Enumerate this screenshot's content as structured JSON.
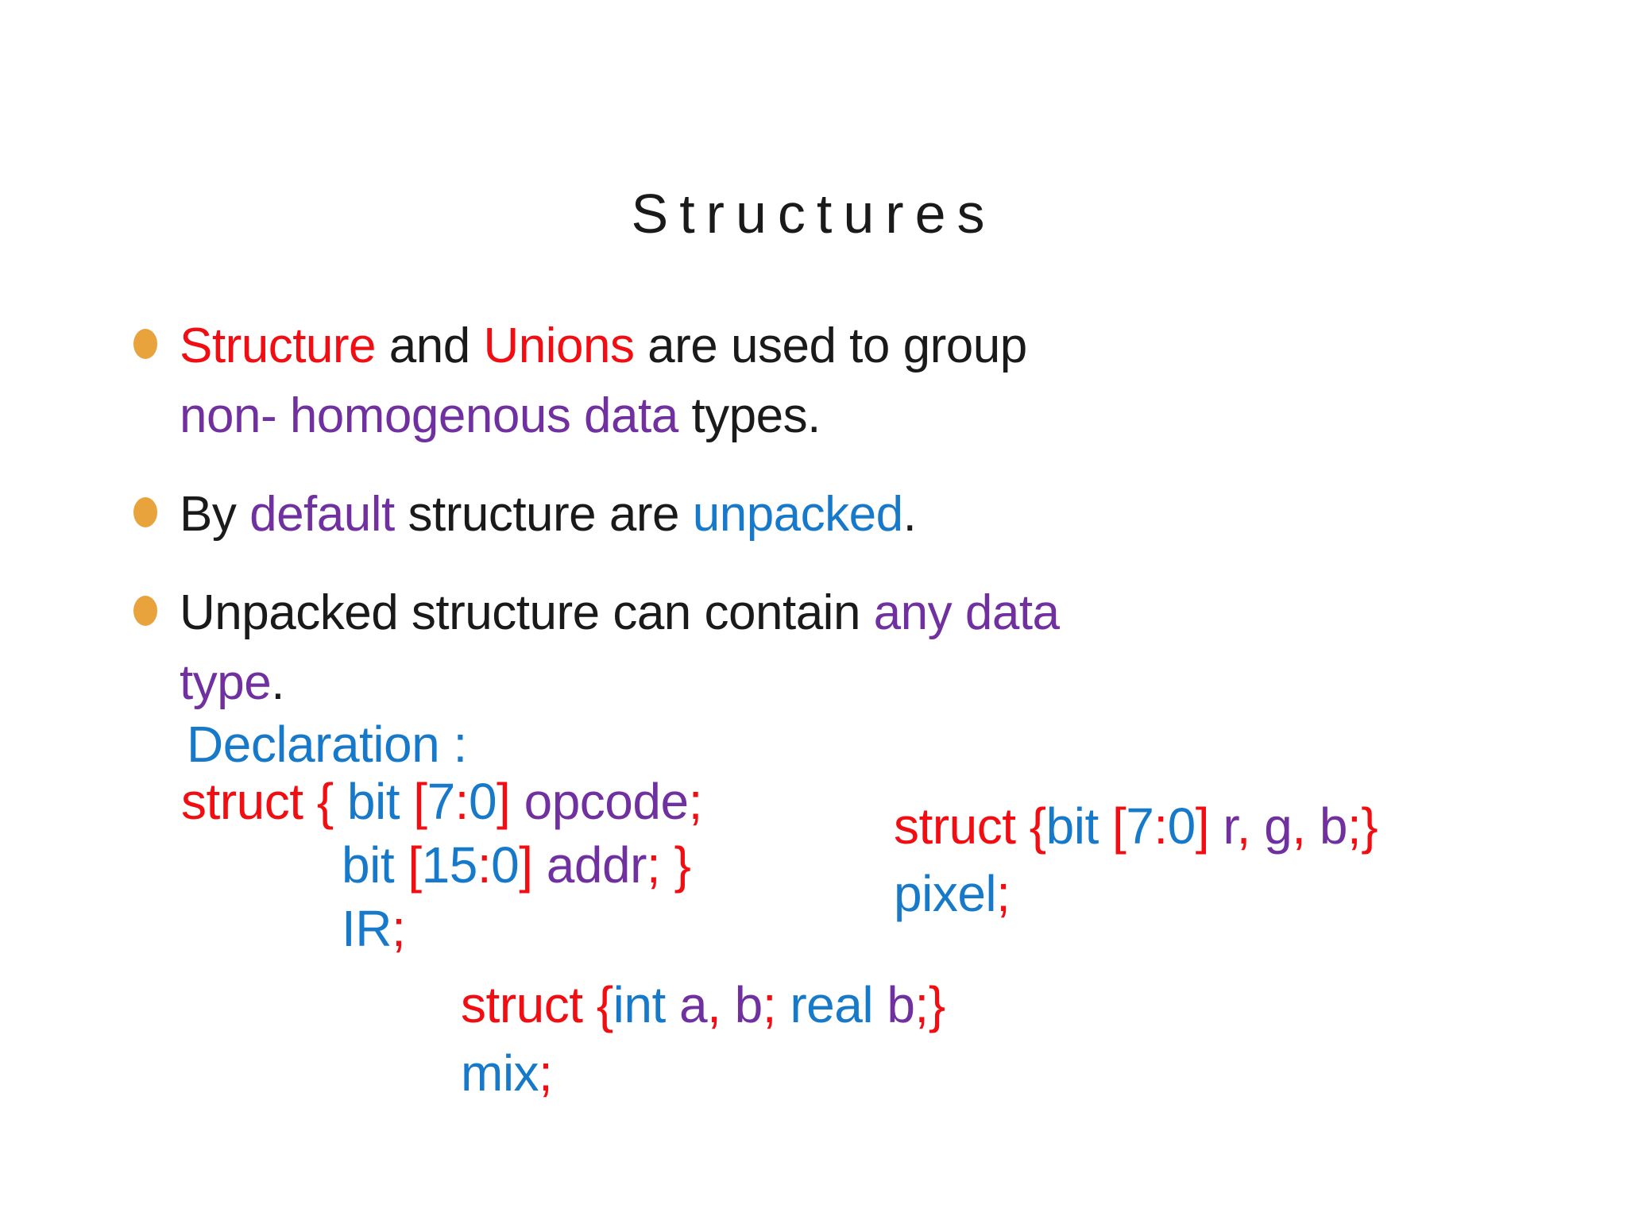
{
  "colors": {
    "black": "#1a1a1a",
    "red": "#f20d12",
    "blue": "#1779c9",
    "purple": "#7030a0",
    "bullet": "#e8a33c",
    "background": "#ffffff"
  },
  "title": "Structures",
  "bullets": [
    {
      "runs": [
        {
          "t": "Structure",
          "c": "red"
        },
        {
          "t": " and ",
          "c": "black"
        },
        {
          "t": "Unions",
          "c": "red"
        },
        {
          "t": " are used to group",
          "c": "black"
        },
        {
          "br": true
        },
        {
          "t": "non- homogenous data",
          "c": "purple"
        },
        {
          "t": " types.",
          "c": "black"
        }
      ]
    },
    {
      "runs": [
        {
          "t": "By ",
          "c": "black"
        },
        {
          "t": "default",
          "c": "purple"
        },
        {
          "t": " structure are ",
          "c": "black"
        },
        {
          "t": "unpacked",
          "c": "blue"
        },
        {
          "t": ".",
          "c": "black"
        }
      ]
    },
    {
      "runs": [
        {
          "t": "Unpacked structure can contain ",
          "c": "black"
        },
        {
          "t": "any data",
          "c": "purple"
        },
        {
          "br": true
        },
        {
          "t": "type",
          "c": "purple"
        },
        {
          "t": ".",
          "c": "black"
        }
      ]
    }
  ],
  "declaration": {
    "label_runs": [
      {
        "t": "Declaration :",
        "c": "blue"
      }
    ],
    "blocks": {
      "ir": {
        "lines": [
          [
            {
              "t": "struct { ",
              "c": "red"
            },
            {
              "t": "bit ",
              "c": "blue"
            },
            {
              "t": "[",
              "c": "red"
            },
            {
              "t": "7",
              "c": "blue"
            },
            {
              "t": ":",
              "c": "red"
            },
            {
              "t": "0",
              "c": "blue"
            },
            {
              "t": "] ",
              "c": "red"
            },
            {
              "t": "opcode",
              "c": "purple"
            },
            {
              "t": ";",
              "c": "red"
            }
          ],
          [
            {
              "t": "bit ",
              "c": "blue"
            },
            {
              "t": "[",
              "c": "red"
            },
            {
              "t": "15",
              "c": "blue"
            },
            {
              "t": ":",
              "c": "red"
            },
            {
              "t": "0",
              "c": "blue"
            },
            {
              "t": "] ",
              "c": "red"
            },
            {
              "t": "addr",
              "c": "purple"
            },
            {
              "t": "; }",
              "c": "red"
            }
          ],
          [
            {
              "t": "IR",
              "c": "blue"
            },
            {
              "t": ";",
              "c": "red"
            }
          ]
        ]
      },
      "pixel": {
        "lines": [
          [
            {
              "t": "struct {",
              "c": "red"
            },
            {
              "t": "bit ",
              "c": "blue"
            },
            {
              "t": "[",
              "c": "red"
            },
            {
              "t": "7",
              "c": "blue"
            },
            {
              "t": ":",
              "c": "red"
            },
            {
              "t": "0",
              "c": "blue"
            },
            {
              "t": "] ",
              "c": "red"
            },
            {
              "t": "r",
              "c": "purple"
            },
            {
              "t": ", ",
              "c": "red"
            },
            {
              "t": "g",
              "c": "purple"
            },
            {
              "t": ", ",
              "c": "red"
            },
            {
              "t": "b",
              "c": "purple"
            },
            {
              "t": ";}",
              "c": "red"
            }
          ],
          [
            {
              "t": "pixel",
              "c": "blue"
            },
            {
              "t": ";",
              "c": "red"
            }
          ]
        ]
      },
      "mix": {
        "lines": [
          [
            {
              "t": "struct {",
              "c": "red"
            },
            {
              "t": "int ",
              "c": "blue"
            },
            {
              "t": "a",
              "c": "purple"
            },
            {
              "t": ", ",
              "c": "red"
            },
            {
              "t": "b",
              "c": "purple"
            },
            {
              "t": "; ",
              "c": "red"
            },
            {
              "t": "real ",
              "c": "blue"
            },
            {
              "t": "b",
              "c": "purple"
            },
            {
              "t": ";}",
              "c": "red"
            }
          ],
          [
            {
              "t": "mix",
              "c": "blue"
            },
            {
              "t": ";",
              "c": "red"
            }
          ]
        ]
      }
    }
  }
}
